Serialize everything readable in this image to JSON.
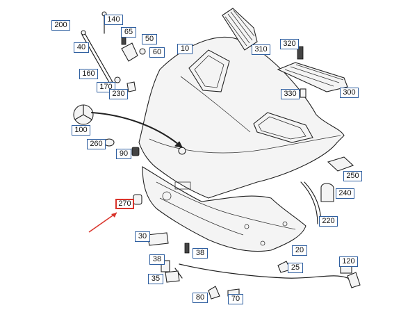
{
  "callouts": [
    {
      "id": "c200",
      "text": "200"
    },
    {
      "id": "c140",
      "text": "140"
    },
    {
      "id": "c65",
      "text": "65"
    },
    {
      "id": "c50",
      "text": "50"
    },
    {
      "id": "c40",
      "text": "40"
    },
    {
      "id": "c60",
      "text": "60"
    },
    {
      "id": "c10",
      "text": "10"
    },
    {
      "id": "c310",
      "text": "310"
    },
    {
      "id": "c320",
      "text": "320"
    },
    {
      "id": "c160",
      "text": "160"
    },
    {
      "id": "c170",
      "text": "170"
    },
    {
      "id": "c230",
      "text": "230"
    },
    {
      "id": "c330",
      "text": "330"
    },
    {
      "id": "c300",
      "text": "300"
    },
    {
      "id": "c100",
      "text": "100"
    },
    {
      "id": "c260",
      "text": "260"
    },
    {
      "id": "c90",
      "text": "90"
    },
    {
      "id": "c250",
      "text": "250"
    },
    {
      "id": "c240",
      "text": "240"
    },
    {
      "id": "c270",
      "text": "270",
      "highlight": true
    },
    {
      "id": "c220",
      "text": "220"
    },
    {
      "id": "c30",
      "text": "30"
    },
    {
      "id": "c20",
      "text": "20"
    },
    {
      "id": "c38a",
      "text": "38"
    },
    {
      "id": "c38b",
      "text": "38"
    },
    {
      "id": "c25",
      "text": "25"
    },
    {
      "id": "c120",
      "text": "120"
    },
    {
      "id": "c35",
      "text": "35"
    },
    {
      "id": "c80",
      "text": "80"
    },
    {
      "id": "c70",
      "text": "70"
    }
  ],
  "colors": {
    "label_border": "#2f5fa0",
    "highlight": "#d9332a",
    "line": "#222222"
  }
}
